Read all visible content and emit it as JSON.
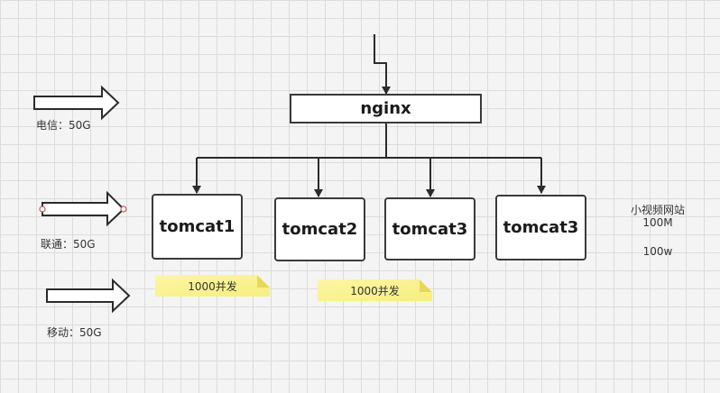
{
  "nodes": {
    "nginx": "nginx",
    "tomcats": [
      "tomcat1",
      "tomcat2",
      "tomcat3",
      "tomcat3"
    ]
  },
  "isps": [
    "电信：50G",
    "联通：50G",
    "移动：50G"
  ],
  "notes": [
    "1000并发",
    "1000并发"
  ],
  "site_info": {
    "name": "小视频网站",
    "bandwidth": "100M",
    "users": "100w"
  }
}
